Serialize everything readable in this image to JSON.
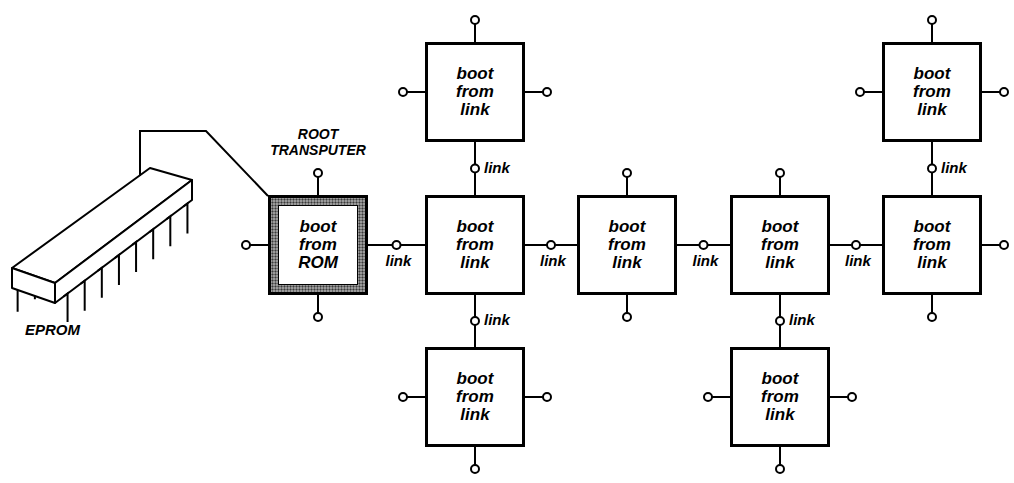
{
  "diagram": {
    "nodes": [
      {
        "text": [
          "boot from link"
        ]
      },
      {
        "text": [
          "boot from link"
        ]
      },
      {
        "text": [
          "ROOT TRANSPUTER",
          "boot from ROM"
        ]
      },
      {
        "text": [
          "boot from link"
        ]
      },
      {
        "text": [
          "boot from link"
        ]
      },
      {
        "text": [
          "boot from link"
        ]
      },
      {
        "text": [
          "boot from link"
        ]
      },
      {
        "text": [
          "boot from link"
        ]
      },
      {
        "text": [
          "boot from link"
        ]
      }
    ],
    "edges": [
      {
        "from": 0,
        "to": 3,
        "label": "link",
        "arrow": "none"
      },
      {
        "from": 1,
        "to": 6,
        "label": "link",
        "arrow": "none"
      },
      {
        "from": 2,
        "to": 3,
        "label": "link",
        "arrow": "none"
      },
      {
        "from": 3,
        "to": 4,
        "label": "link",
        "arrow": "none"
      },
      {
        "from": 4,
        "to": 5,
        "label": "link",
        "arrow": "none"
      },
      {
        "from": 5,
        "to": 6,
        "label": "link",
        "arrow": "none"
      },
      {
        "from": 3,
        "to": 7,
        "label": "link",
        "arrow": "none"
      },
      {
        "from": 5,
        "to": 8,
        "label": "link",
        "arrow": "none"
      }
    ],
    "labels": [
      "EPROM"
    ]
  }
}
